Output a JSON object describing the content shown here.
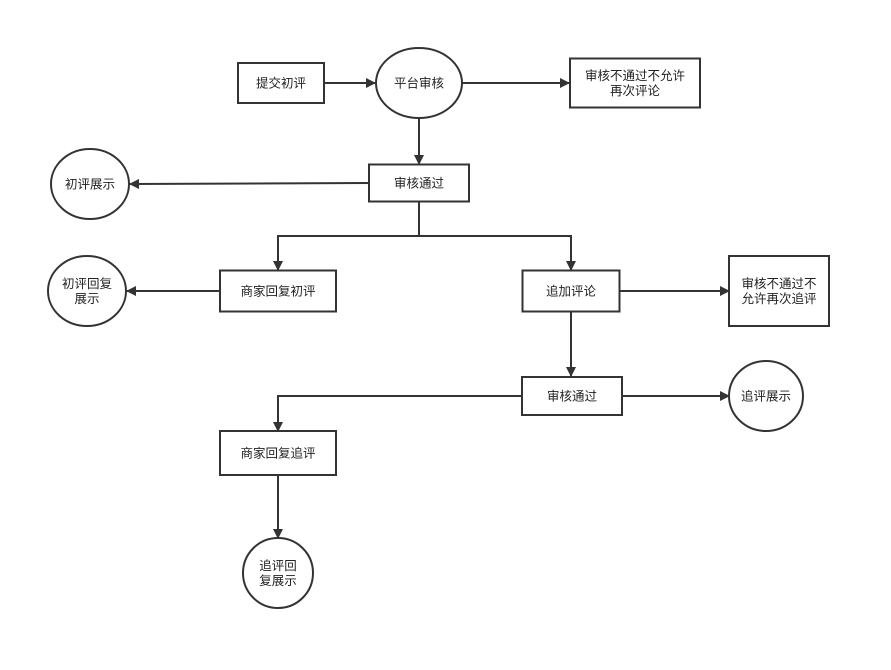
{
  "diagram": {
    "nodes": {
      "submit_initial": {
        "shape": "rect",
        "lines": [
          "提交初评"
        ]
      },
      "platform_review": {
        "shape": "ellipse",
        "lines": [
          "平台审核"
        ]
      },
      "reject_initial": {
        "shape": "rect",
        "lines": [
          "审核不通过不允许",
          "再次评论"
        ]
      },
      "approved_1": {
        "shape": "rect",
        "lines": [
          "审核通过"
        ]
      },
      "initial_display": {
        "shape": "ellipse",
        "lines": [
          "初评展示"
        ]
      },
      "merchant_reply_initial": {
        "shape": "rect",
        "lines": [
          "商家回复初评"
        ]
      },
      "initial_reply_display": {
        "shape": "ellipse",
        "lines": [
          "初评回复",
          "展示"
        ]
      },
      "add_comment": {
        "shape": "rect",
        "lines": [
          "追加评论"
        ]
      },
      "reject_followup": {
        "shape": "rect",
        "lines": [
          "审核不通过不",
          "允许再次追评"
        ]
      },
      "approved_2": {
        "shape": "rect",
        "lines": [
          "审核通过"
        ]
      },
      "followup_display": {
        "shape": "ellipse",
        "lines": [
          "追评展示"
        ]
      },
      "merchant_reply_followup": {
        "shape": "rect",
        "lines": [
          "商家回复追评"
        ]
      },
      "followup_reply_display": {
        "shape": "ellipse",
        "lines": [
          "追评回",
          "复展示"
        ]
      }
    },
    "edges": [
      {
        "from": "submit_initial",
        "to": "platform_review"
      },
      {
        "from": "platform_review",
        "to": "reject_initial"
      },
      {
        "from": "platform_review",
        "to": "approved_1"
      },
      {
        "from": "approved_1",
        "to": "initial_display"
      },
      {
        "from": "approved_1",
        "to": "merchant_reply_initial"
      },
      {
        "from": "approved_1",
        "to": "add_comment"
      },
      {
        "from": "merchant_reply_initial",
        "to": "initial_reply_display"
      },
      {
        "from": "add_comment",
        "to": "reject_followup"
      },
      {
        "from": "add_comment",
        "to": "approved_2"
      },
      {
        "from": "approved_2",
        "to": "followup_display"
      },
      {
        "from": "approved_2",
        "to": "merchant_reply_followup"
      },
      {
        "from": "merchant_reply_followup",
        "to": "followup_reply_display"
      }
    ]
  }
}
